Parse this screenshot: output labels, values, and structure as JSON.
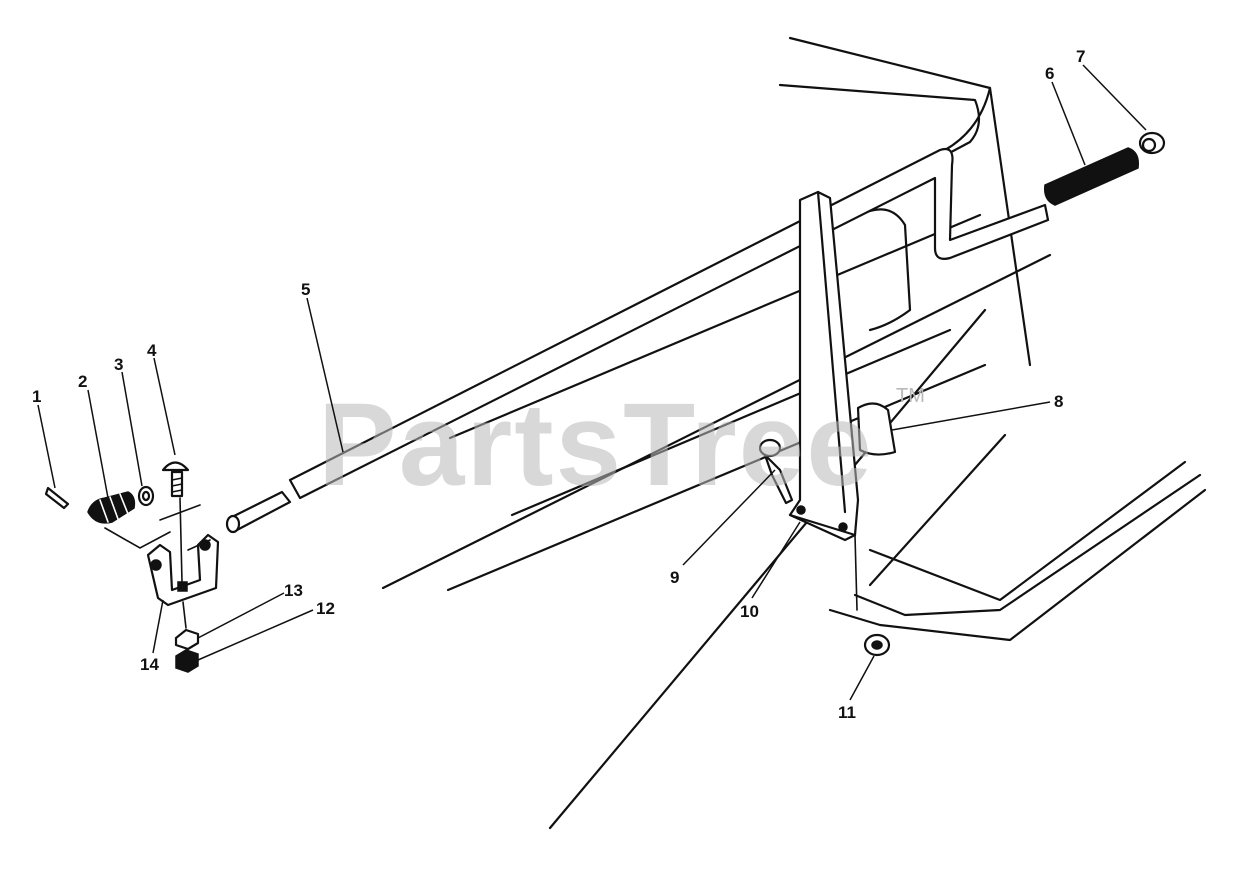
{
  "diagram": {
    "watermark": "PartsTree",
    "watermark_mark": "TM",
    "callouts": [
      "1",
      "2",
      "3",
      "4",
      "5",
      "6",
      "7",
      "8",
      "9",
      "10",
      "11",
      "12",
      "13",
      "14"
    ]
  },
  "colors": {
    "ink": "#111111",
    "watermark": "#b9b9b9",
    "background": "#ffffff"
  }
}
